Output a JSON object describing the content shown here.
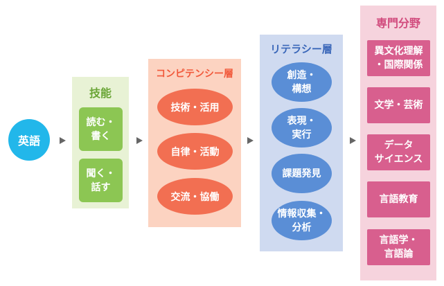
{
  "eigo": {
    "label": "英語"
  },
  "gino": {
    "title": "技能",
    "items": [
      "読む・\n書く",
      "聞く・\n話す"
    ]
  },
  "competency": {
    "title": "コンピテンシー層",
    "items": [
      "技術・活用",
      "自律・活動",
      "交流・協働"
    ]
  },
  "literacy": {
    "title": "リテラシー層",
    "items": [
      "創造・\n構想",
      "表現・\n実行",
      "課題発見",
      "情報収集・\n分析"
    ]
  },
  "specialty": {
    "title": "専門分野",
    "items": [
      "異文化理解\n・国際関係",
      "文学・芸術",
      "データ\nサイエンス",
      "言語教育",
      "言語学・\n言語論"
    ]
  },
  "colors": {
    "cyan": "#22b7ea",
    "green_panel": "#e8f2d5",
    "green_box": "#8cc653",
    "orange_panel": "#fcd3c1",
    "orange_pill": "#f26f52",
    "blue_panel": "#cfdaf0",
    "blue_oval": "#5a8ed6",
    "pink_panel": "#f6d3dd",
    "pink_box": "#d85f8e"
  }
}
